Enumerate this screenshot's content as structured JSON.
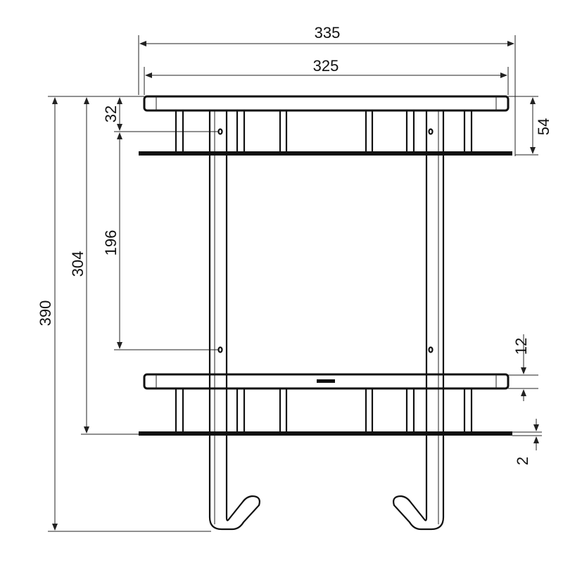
{
  "drawing": {
    "dimensions": {
      "overall_width": "335",
      "shelf_width": "325",
      "overall_height": "390",
      "lower_shelf_height": "304",
      "screw_spacing": "196",
      "top_to_screw": "32",
      "shelf_depth": "54",
      "shelf_thickness": "12",
      "glass_thickness": "2"
    },
    "line_color": "#111111",
    "background": "#ffffff"
  }
}
